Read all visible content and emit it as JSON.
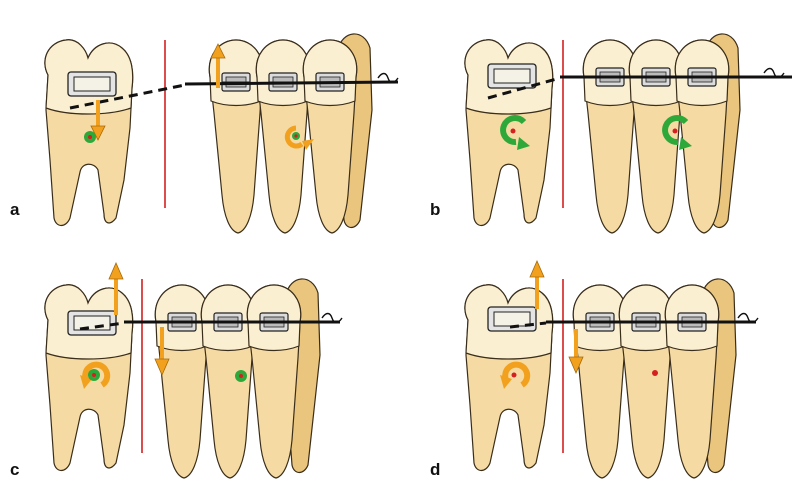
{
  "figure": {
    "colors": {
      "tooth_fill": "#f5dba3",
      "tooth_root": "#eac57d",
      "tooth_outline": "#3a2d1a",
      "crown_highlight": "#fbefd2",
      "reference_line": "#d42020",
      "force_arrow": "#f2a11e",
      "rotation_arrow": "#2fa83a",
      "archwire": "#111111",
      "center_dot": "#d42020"
    },
    "panels": [
      {
        "label": "a",
        "tube_force": "down",
        "premolar_force": "up",
        "tube_rotation": "center-only",
        "premolar_rotation": "orange-rotation-arrow"
      },
      {
        "label": "b",
        "tube_force": "none",
        "premolar_force": "none",
        "tube_rotation": "green-rotation-arrow",
        "premolar_rotation": "green-rotation-arrow"
      },
      {
        "label": "c",
        "tube_force": "up",
        "premolar_force": "down",
        "tube_rotation": "orange-and-green-rotation",
        "premolar_rotation": "center-only"
      },
      {
        "label": "d",
        "tube_force": "up",
        "premolar_force": "down",
        "tube_rotation": "orange-rotation-arrow",
        "premolar_rotation": "center-dot"
      }
    ]
  }
}
